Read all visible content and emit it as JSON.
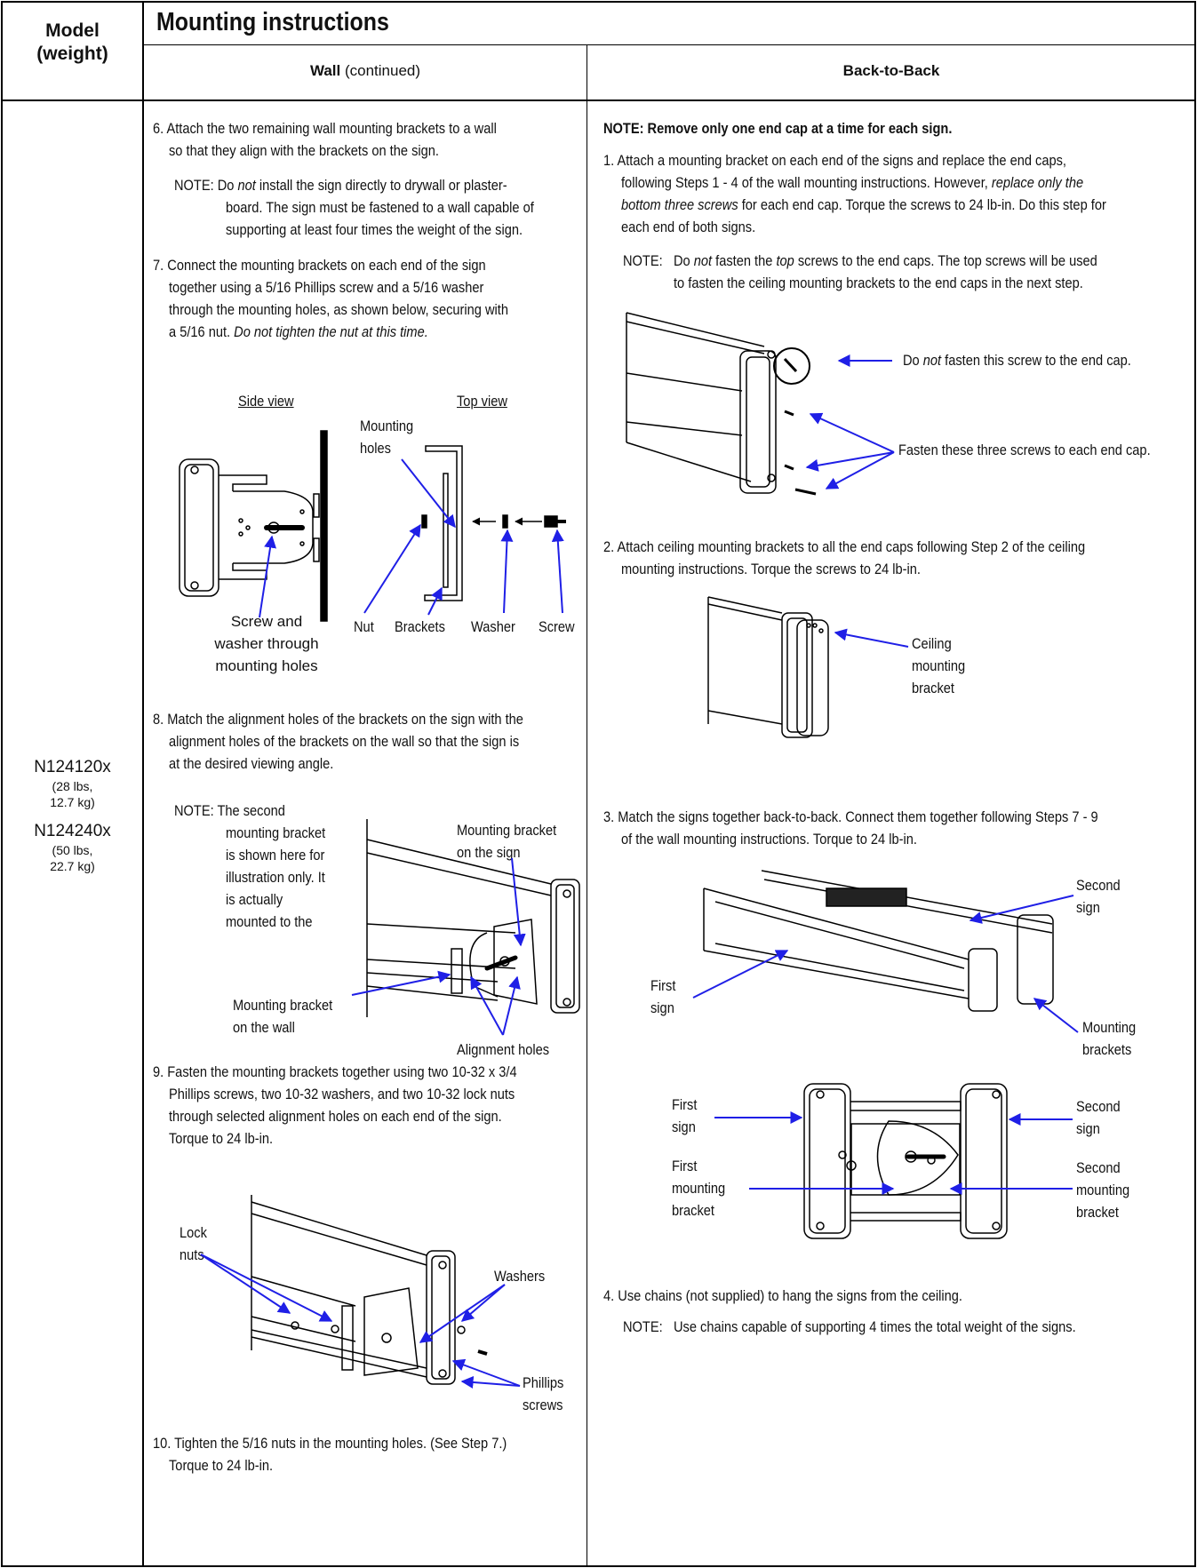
{
  "header": {
    "model_col": [
      "Model",
      "(weight)"
    ],
    "title": "Mounting instructions",
    "wall_label": "Wall",
    "wall_suffix": " (continued)",
    "back_label": "Back-to-Back"
  },
  "models": [
    {
      "name": "N124120x",
      "weight": [
        "(28 lbs,",
        "12.7 kg)"
      ]
    },
    {
      "name": "N124240x",
      "weight": [
        "(50 lbs,",
        "22.7 kg)"
      ]
    }
  ],
  "wall": {
    "step6": [
      "6.  Attach the two remaining wall mounting brackets to a wall",
      "so that they align with the brackets on the sign."
    ],
    "note6": {
      "prefix": "NOTE:  Do ",
      "em": "not",
      "rest": " install the sign directly to drywall or plaster-",
      "lines": [
        "board. The sign must be fastened to a wall capable of",
        "supporting at least four times the weight of the sign."
      ]
    },
    "step7": [
      "7.  Connect the mounting brackets on each end of the sign",
      "together using a 5/16 Phillips screw and a 5/16 washer",
      "through the mounting holes, as shown below, securing with"
    ],
    "step7_last": {
      "text": "a 5/16 nut. ",
      "em": "Do not tighten the nut at this time."
    },
    "fig1": {
      "side_view": "Side view",
      "top_view": "Top view",
      "mounting_holes": [
        "Mounting",
        "holes"
      ],
      "screw_and_washer": [
        "Screw and",
        "washer through",
        "mounting holes"
      ],
      "nut": "Nut",
      "brackets": "Brackets",
      "washer": "Washer",
      "screw": "Screw"
    },
    "step8": [
      "8.  Match the alignment holes of the brackets on the sign with the",
      "alignment holes of the brackets on the wall so that the sign is",
      "at the desired viewing angle."
    ],
    "note8": [
      "NOTE:  The second",
      "mounting bracket",
      "is shown here for",
      "illustration only. It",
      "is actually",
      "mounted to the"
    ],
    "fig2": {
      "bracket_sign": [
        "Mounting bracket",
        "on the sign"
      ],
      "bracket_wall": [
        "Mounting bracket",
        "on the wall"
      ],
      "alignment_holes": "Alignment holes"
    },
    "step9": [
      "9.  Fasten the mounting brackets together using two 10-32 x 3/4",
      "Phillips screws, two 10-32 washers, and two 10-32 lock nuts",
      "through selected alignment holes on each end of the sign.",
      "Torque to 24 lb-in."
    ],
    "fig3": {
      "lock_nuts": [
        "Lock",
        "nuts"
      ],
      "washers": "Washers",
      "phillips_screws": [
        "Phillips",
        "screws"
      ]
    },
    "step10": [
      "10. Tighten the 5/16 nuts in the mounting holes. (See Step 7.)",
      "Torque to 24 lb-in."
    ]
  },
  "back": {
    "note_top": "NOTE: Remove only one end cap at a time for each sign.",
    "step1": {
      "line1": "1.  Attach a mounting bracket on each end of the signs and replace the end caps,",
      "line2_pre": "following Steps 1 - 4 of the wall mounting instructions. However, ",
      "line2_em": "replace only the",
      "line3_em": "bottom three screws",
      "line3_rest": " for each end cap. Torque the screws to 24 lb-in. Do this step for",
      "line4": "each end of both signs."
    },
    "note1": {
      "prefix": "NOTE:",
      "pre": "Do ",
      "em1": "not",
      "mid": " fasten the ",
      "em2": "top",
      "rest": " screws to the end caps. The top screws will be used",
      "line2": "to fasten the ceiling mounting brackets to the end caps in the next step."
    },
    "fig1": {
      "do_not_pre": "Do ",
      "do_not_em": "not",
      "do_not_rest": " fasten this screw to the end cap.",
      "fasten_three": "Fasten these three screws to each end cap."
    },
    "step2": [
      "2.  Attach ceiling mounting brackets to all the end caps following Step 2 of the ceiling",
      "mounting instructions. Torque the screws to 24 lb-in."
    ],
    "fig2": {
      "ceiling_bracket": [
        "Ceiling",
        "mounting",
        "bracket"
      ]
    },
    "step3": [
      "3.  Match the signs together back-to-back. Connect them together following Steps 7 - 9",
      "of the wall mounting instructions. Torque to 24 lb-in."
    ],
    "fig3": {
      "second_sign": [
        "Second",
        "sign"
      ],
      "first_sign": [
        "First",
        "sign"
      ],
      "mounting_brackets": [
        "Mounting",
        "brackets"
      ]
    },
    "fig4": {
      "first_sign": [
        "First",
        "sign"
      ],
      "second_sign": [
        "Second",
        "sign"
      ],
      "first_bracket": [
        "First",
        "mounting",
        "bracket"
      ],
      "second_bracket": [
        "Second",
        "mounting",
        "bracket"
      ]
    },
    "step4": "4.  Use chains (not supplied) to hang the signs from the ceiling.",
    "note4": {
      "prefix": "NOTE:",
      "text": "Use chains capable of supporting 4 times the total weight of the signs."
    }
  },
  "colors": {
    "arrow": "#1f1fe6",
    "rule": "#000000"
  }
}
